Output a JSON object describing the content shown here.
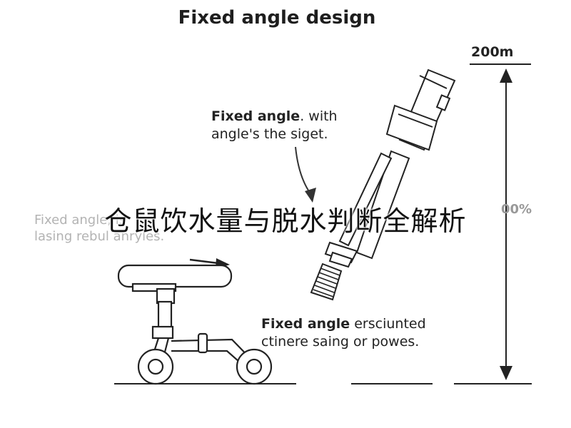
{
  "title": "Fixed angle design",
  "scale": {
    "top_label": "200m",
    "mid_label": "00%"
  },
  "annotations": {
    "telescoping_pole": {
      "bold": "Fixed angle",
      "rest": ". with",
      "line2": "angle's the siget."
    },
    "handle": {
      "line1": "Fixed angle, is",
      "line2": "lasing rebul anryles."
    },
    "wheeled_frame": {
      "bold": "Fixed angle",
      "rest": " ersciunted",
      "line2": "ctinere saing or powes."
    }
  },
  "watermark": "仓鼠饮水量与脱水判断全解析",
  "icons": [
    "arrow-pointer-icon",
    "motion-arrow-icon",
    "dimension-arrow-icon"
  ]
}
